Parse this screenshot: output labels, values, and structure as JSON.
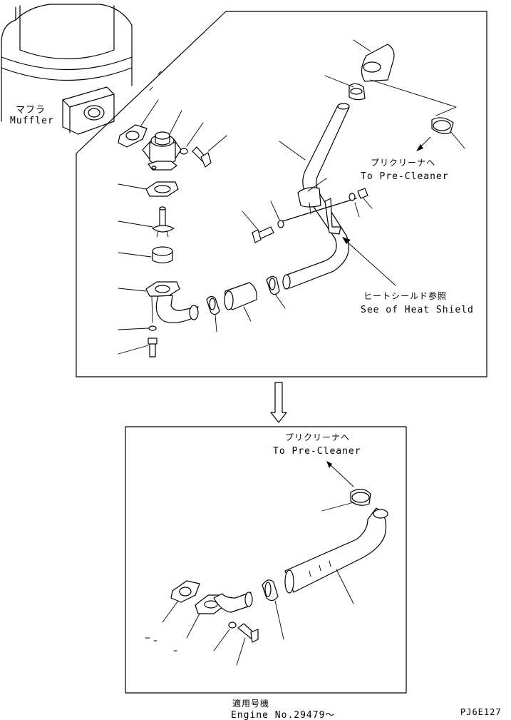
{
  "labels": {
    "muffler_jp": "マフラ",
    "muffler_en": "Muffler",
    "pre_cleaner_jp": "プリクリーナヘ",
    "pre_cleaner_en": "To Pre-Cleaner",
    "heat_shield_jp": "ヒートシールド参照",
    "heat_shield_en": "See of Heat Shield",
    "pre_cleaner_jp_2": "プリクリーナヘ",
    "pre_cleaner_en_2": "To Pre-Cleaner",
    "serial_jp": "適用号機",
    "serial_en": "Engine No.29479～",
    "drawing_code": "PJ6E127"
  }
}
